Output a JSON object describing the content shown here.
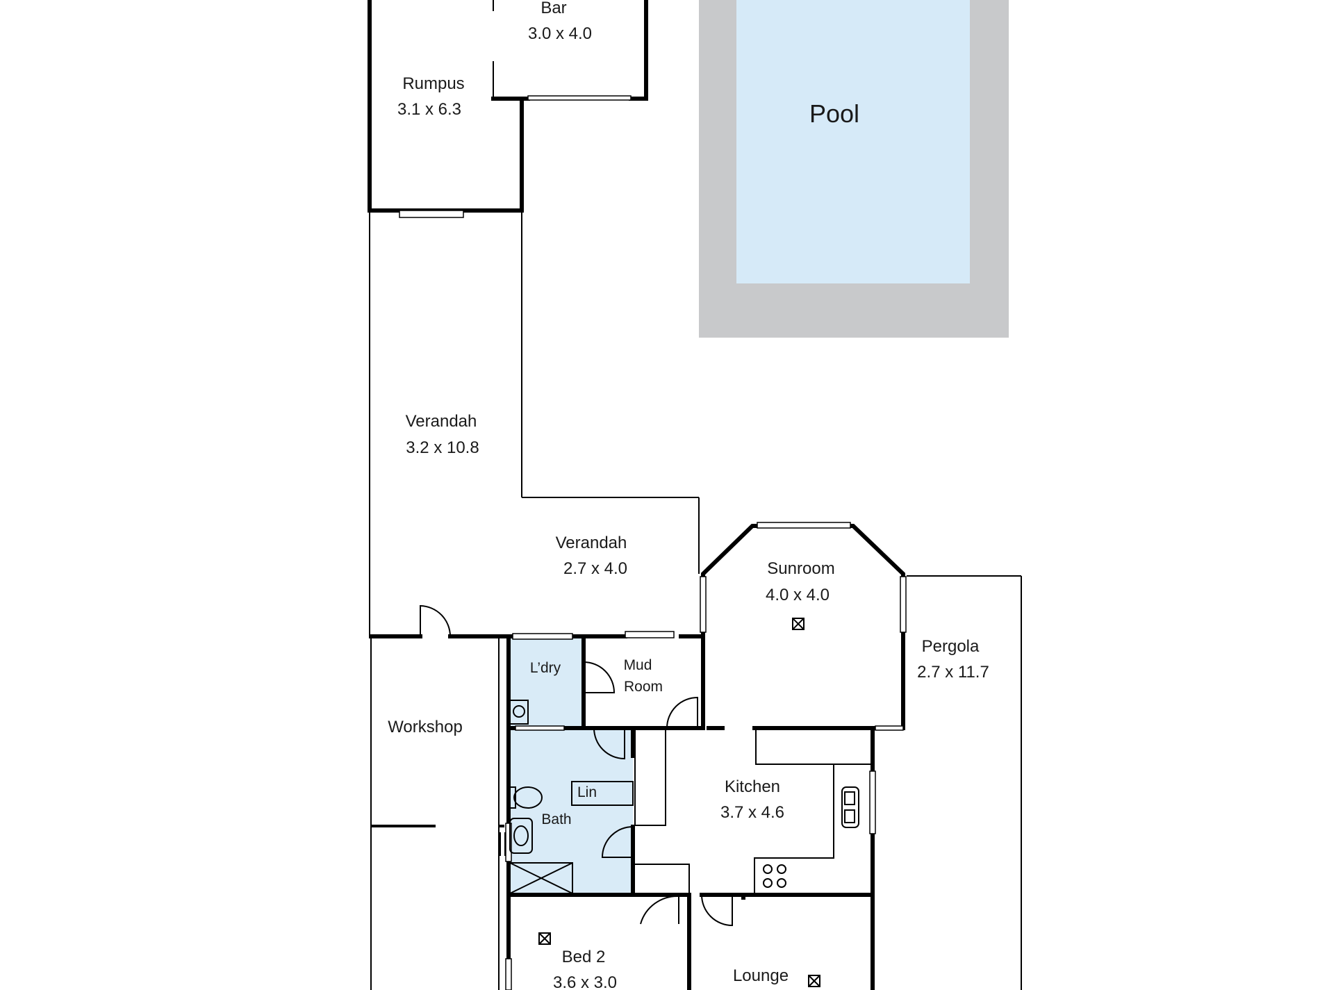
{
  "colors": {
    "wet_area": "#d9ebf7",
    "pool_water": "#d6eaf8",
    "pool_surround": "#c8c9cb",
    "wall": "#000000"
  },
  "rooms": {
    "bar": {
      "name": "Bar",
      "dims": "3.0 x 4.0"
    },
    "rumpus": {
      "name": "Rumpus",
      "dims": "3.1 x 6.3"
    },
    "pool": {
      "name": "Pool"
    },
    "verandah_main": {
      "name": "Verandah",
      "dims": "3.2 x 10.8"
    },
    "verandah_small": {
      "name": "Verandah",
      "dims": "2.7 x  4.0"
    },
    "sunroom": {
      "name": "Sunroom",
      "dims": "4.0 x 4.0"
    },
    "pergola": {
      "name": "Pergola",
      "dims": "2.7 x 11.7"
    },
    "laundry": {
      "name": "L’dry"
    },
    "mud_room": {
      "line1": "Mud",
      "line2": "Room"
    },
    "workshop": {
      "name": "Workshop"
    },
    "linen": {
      "name": "Lin"
    },
    "bath": {
      "name": "Bath"
    },
    "kitchen": {
      "name": "Kitchen",
      "dims": "3.7 x 4.6"
    },
    "bed2": {
      "name": "Bed 2",
      "dims": "3.6 x 3.0"
    },
    "lounge": {
      "name": "Lounge"
    }
  }
}
